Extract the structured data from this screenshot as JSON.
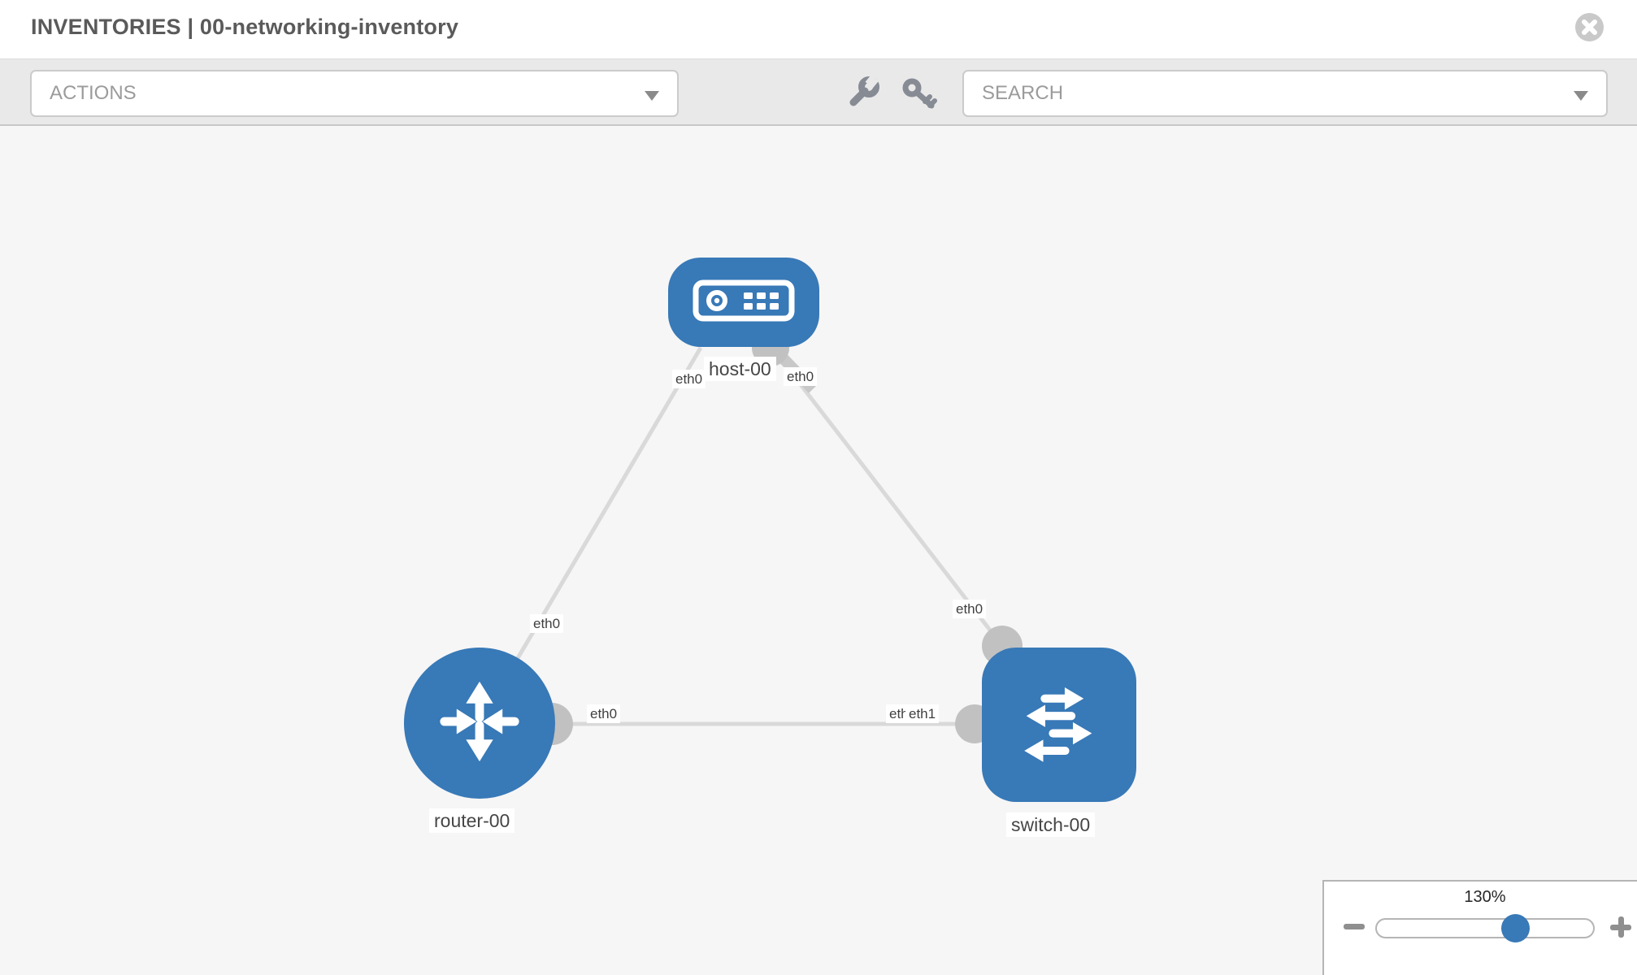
{
  "header": {
    "title": "INVENTORIES | 00-networking-inventory"
  },
  "toolbar": {
    "actions_dropdown": {
      "placeholder": "ACTIONS"
    },
    "search_dropdown": {
      "placeholder": "SEARCH"
    },
    "icons": {
      "left": "wrench",
      "right": "key",
      "caret": "triangle-down"
    }
  },
  "canvas": {
    "nodes": [
      {
        "label": "host-00",
        "type": "host"
      },
      {
        "label": "router-00",
        "type": "router"
      },
      {
        "label": "switch-00",
        "type": "switch"
      }
    ],
    "interface_labels": [
      {
        "text": "eth0",
        "edge": "host-router",
        "end": "host"
      },
      {
        "text": "eth0",
        "edge": "host-switch",
        "end": "host"
      },
      {
        "text": "eth0",
        "edge": "host-router",
        "end": "router"
      },
      {
        "text": "eth0",
        "edge": "host-switch",
        "end": "switch"
      },
      {
        "text": "eth0",
        "edge": "router-switch",
        "end": "router"
      },
      {
        "text": "eth0",
        "edge": "router-switch",
        "end": "switch-back-label"
      },
      {
        "text": "eth1",
        "edge": "router-switch",
        "end": "switch-front-label"
      }
    ],
    "colors": {
      "node_blue": "#3879b7",
      "edge_gray": "#d9d9d9",
      "connector_gray": "#c1c1c1",
      "background": "#f6f6f6"
    }
  },
  "zoom_control": {
    "level": "130%",
    "icons": {
      "decrease": "minus",
      "increase": "plus"
    }
  }
}
